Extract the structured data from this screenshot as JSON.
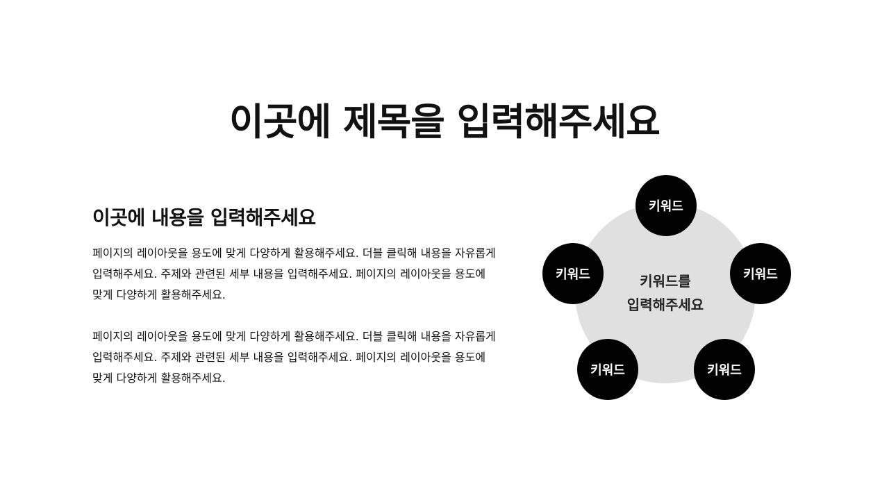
{
  "slide": {
    "title": "이곳에 제목을 입력해주세요",
    "subtitle": "이곳에 내용을 입력해주세요",
    "paragraphs": [
      "페이지의 레이아웃을 용도에 맞게 다양하게 활용해주세요. 더블 클릭해 내용을 자유롭게 입력해주세요. 주제와 관련된 세부 내용을 입력해주세요. 페이지의 레이아웃을 용도에 맞게 다양하게 활용해주세요.",
      "페이지의 레이아웃을 용도에 맞게 다양하게 활용해주세요. 더블 클릭해 내용을 자유롭게 입력해주세요. 주제와 관련된 세부 내용을 입력해주세요. 페이지의 레이아웃을 용도에 맞게 다양하게 활용해주세요."
    ]
  },
  "diagram": {
    "center_label": "키워드를 입력해주세요",
    "keywords": [
      "키워드",
      "키워드",
      "키워드",
      "키워드",
      "키워드"
    ],
    "colors": {
      "center_fill": "#e0e0e0",
      "node_fill": "#000000",
      "node_text": "#ffffff"
    }
  }
}
